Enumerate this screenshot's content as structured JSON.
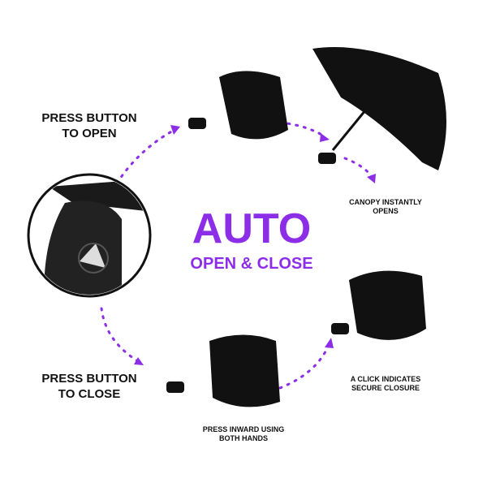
{
  "headline": {
    "title": "AUTO",
    "subtitle": "OPEN & CLOSE"
  },
  "steps": {
    "press_open": "PRESS BUTTON TO OPEN",
    "canopy_opens": "CANOPY INSTANTLY OPENS",
    "press_close": "PRESS BUTTON TO CLOSE",
    "press_inward": "PRESS INWARD USING BOTH HANDS",
    "click_indicates": "A CLICK INDICATES SECURE CLOSURE"
  },
  "colors": {
    "accent": "#8c2ee8",
    "text": "#111111"
  }
}
